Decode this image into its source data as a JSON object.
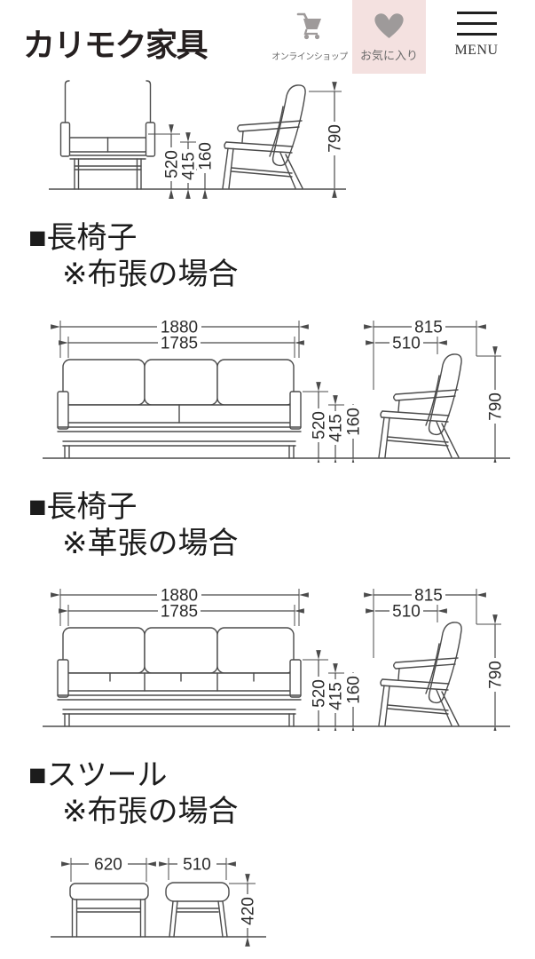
{
  "header": {
    "logo": "カリモク家具",
    "nav_shop": {
      "label": "オンラインショップ"
    },
    "nav_favorite": {
      "label": "お気に入り"
    },
    "nav_menu": {
      "label": "MENU"
    }
  },
  "sections": [
    {
      "title": "■長椅子",
      "subtitle": "※布張の場合"
    },
    {
      "title": "■長椅子",
      "subtitle": "※革張の場合"
    },
    {
      "title": "■スツール",
      "subtitle": "※布張の場合"
    }
  ],
  "diagrams": {
    "armchair_partial": {
      "view": "armchair front and side views, top cropped",
      "height_520": "520",
      "height_415": "415",
      "height_160": "160",
      "height_790": "790"
    },
    "sofa_fabric": {
      "view": "three-seat sofa front and side views, fabric upholstery",
      "width_1880": "1880",
      "width_1785": "1785",
      "depth_815": "815",
      "depth_510": "510",
      "height_520": "520",
      "height_415": "415",
      "height_160": "160",
      "height_790": "790"
    },
    "sofa_leather": {
      "view": "three-seat sofa front and side views, leather upholstery",
      "width_1880": "1880",
      "width_1785": "1785",
      "depth_815": "815",
      "depth_510": "510",
      "height_520": "520",
      "height_415": "415",
      "height_160": "160",
      "height_790": "790"
    },
    "stool": {
      "view": "stool front and side views",
      "width_620": "620",
      "depth_510": "510",
      "height_420": "420"
    }
  },
  "colors": {
    "favorite_bg": "#f4e1e0",
    "icon_gray": "#9e9a9a",
    "drawing_line": "#4b4b4b",
    "text": "#1c1c1c"
  }
}
